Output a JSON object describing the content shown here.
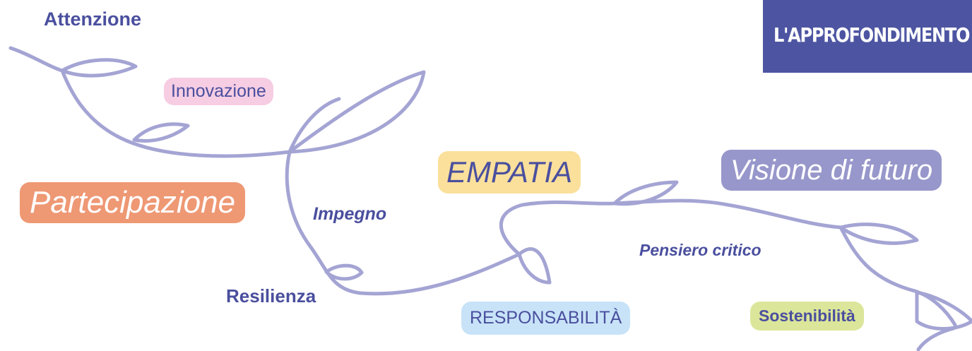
{
  "header": {
    "label": "L'APPROFONDIMENTO"
  },
  "words": {
    "attenzione": "Attenzione",
    "innovazione": "Innovazione",
    "partecipazione": "Partecipazione",
    "impegno": "Impegno",
    "resilienza": "Resilienza",
    "empatia": "EMPATIA",
    "responsabilita": "RESPONSABILITÀ",
    "visione": "Visione di futuro",
    "pensiero": "Pensiero critico",
    "sostenibilita": "Sostenibilità"
  },
  "colors": {
    "vine": "#a4a4d4",
    "text": "#4a4f9e",
    "banner": "#4d55a2",
    "innovazione_bg": "#f6cde3",
    "partecipazione_bg": "#ee9874",
    "empatia_bg": "#fbe09b",
    "responsabilita_bg": "#c8e3f8",
    "visione_bg": "#9797cb",
    "sostenibilita_bg": "#dce69a"
  }
}
